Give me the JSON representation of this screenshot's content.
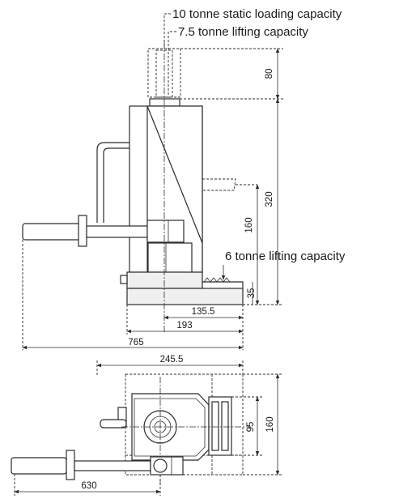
{
  "side_view": {
    "callouts": {
      "static_capacity": "10 tonne static loading capacity",
      "lift_capacity_high": "7.5 tonne lifting capacity",
      "lift_capacity_low": "6 tonne lifting capacity"
    },
    "dimensions": {
      "extension": "80",
      "total_height": "320",
      "claw_height": "160",
      "toe_height": "35",
      "ram_to_toe": "135.5",
      "body_to_toe": "193",
      "overall_length": "765"
    }
  },
  "top_view": {
    "dimensions": {
      "overall_width": "245.5",
      "toe_width": "95",
      "base_depth": "160",
      "handle_reach": "630"
    }
  }
}
